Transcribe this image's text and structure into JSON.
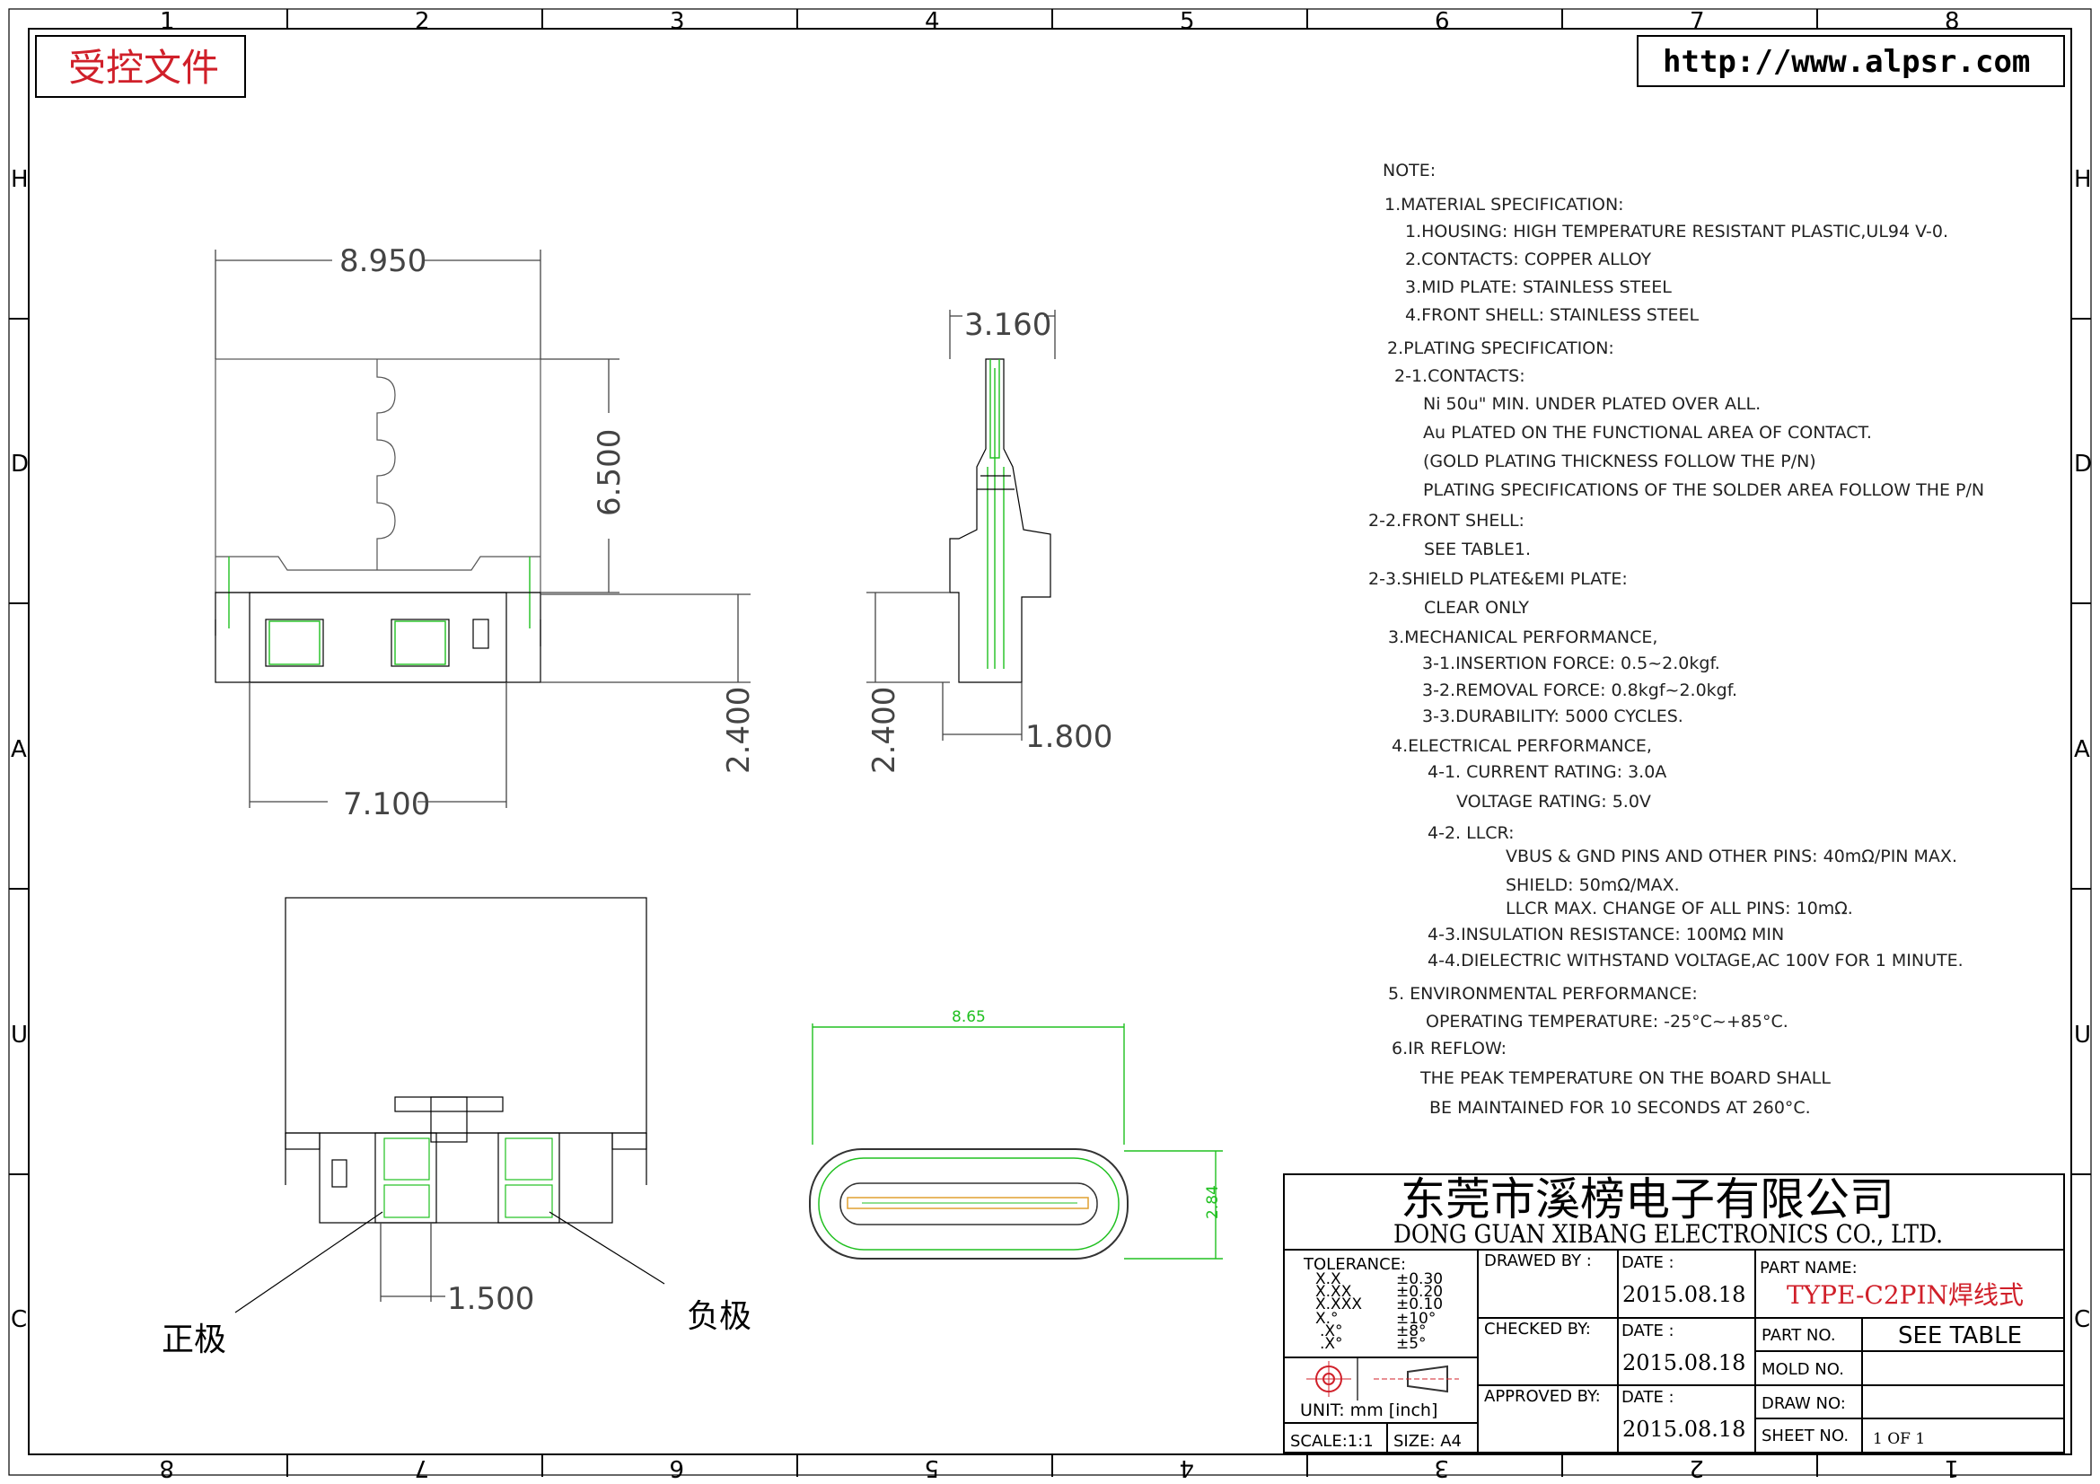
{
  "frame": {
    "zone_cols_top": [
      "1",
      "2",
      "3",
      "4",
      "5",
      "6",
      "7",
      "8"
    ],
    "zone_cols_bottom": [
      "8",
      "7",
      "6",
      "5",
      "4",
      "3",
      "2",
      "1"
    ],
    "zone_rows": [
      "H",
      "D",
      "A",
      "U",
      "C"
    ]
  },
  "stamp": {
    "text": "受控文件"
  },
  "website": {
    "url": "http://www.alpsr.com"
  },
  "dimensions": {
    "top_width": "8.950",
    "height_650": "6.500",
    "bottom_width": "7.100",
    "left_240": "2.400",
    "side_width": "3.160",
    "side_240": "2.400",
    "side_180": "1.800",
    "front_width": "8.65",
    "front_height": "2.84",
    "pin_pitch": "1.500"
  },
  "labels": {
    "positive": "正极",
    "negative": "负极"
  },
  "notes": [
    "NOTE:",
    "1.MATERIAL SPECIFICATION:",
    "1.HOUSING: HIGH TEMPERATURE RESISTANT PLASTIC,UL94 V-0.",
    "2.CONTACTS: COPPER ALLOY",
    "3.MID PLATE:  STAINLESS STEEL",
    "4.FRONT SHELL:  STAINLESS STEEL",
    "2.PLATING SPECIFICATION:",
    "2-1.CONTACTS:",
    "Ni 50u\" MIN. UNDER PLATED OVER ALL.",
    "Au PLATED ON THE FUNCTIONAL AREA OF CONTACT.",
    "(GOLD PLATING THICKNESS FOLLOW THE P/N)",
    "PLATING SPECIFICATIONS OF THE SOLDER AREA FOLLOW THE P/N",
    "2-2.FRONT SHELL:",
    "SEE TABLE1.",
    "2-3.SHIELD PLATE&EMI PLATE:",
    "CLEAR ONLY",
    "3.MECHANICAL PERFORMANCE,",
    "3-1.INSERTION FORCE:  0.5~2.0kgf.",
    "3-2.REMOVAL FORCE:  0.8kgf~2.0kgf.",
    "3-3.DURABILITY:  5000 CYCLES.",
    "4.ELECTRICAL PERFORMANCE,",
    "4-1. CURRENT RATING: 3.0A",
    "VOLTAGE RATING: 5.0V",
    "4-2. LLCR:",
    "VBUS & GND PINS AND OTHER PINS:  40mΩ/PIN MAX.",
    "SHIELD:  50mΩ/MAX.",
    "LLCR MAX. CHANGE OF ALL PINS:  10mΩ.",
    "4-3.INSULATION RESISTANCE:  100MΩ   MIN",
    "4-4.DIELECTRIC WITHSTAND VOLTAGE,AC 100V FOR 1 MINUTE.",
    "5. ENVIRONMENTAL PERFORMANCE:",
    "OPERATING TEMPERATURE:  -25°C~+85°C.",
    "6.IR REFLOW:",
    "THE PEAK TEMPERATURE ON THE BOARD SHALL",
    "BE MAINTAINED FOR 10 SECONDS AT 260°C."
  ],
  "title_block": {
    "company_cn": "东莞市溪榜电子有限公司",
    "company_en": "DONG GUAN XIBANG ELECTRONICS CO., LTD.",
    "tolerance_label": "TOLERANCE:",
    "tol_keys": [
      "X.X",
      "X.XX",
      "X.XXX",
      "X.°",
      ".X°",
      ".X°"
    ],
    "tol_vals": [
      "±0.30",
      "±0.20",
      "±0.10",
      "±10°",
      "±8°",
      "±5°"
    ],
    "unit": "UNIT:  mm  [inch]",
    "scale": "SCALE:1:1",
    "size": "SIZE:  A4",
    "drawed_by": "DRAWED  BY :",
    "checked_by": "CHECKED  BY:",
    "approved_by": "APPROVED  BY:",
    "date_label": "DATE  :",
    "date": "2015.08.18",
    "part_name_label": "PART  NAME:",
    "part_name": "TYPE-C2PIN焊线式",
    "part_no_label": "PART  NO.",
    "part_no": "SEE  TABLE",
    "mold_no_label": "MOLD  NO.",
    "draw_no_label": "DRAW  NO:",
    "sheet_no_label": "SHEET  NO.",
    "sheet": "1  OF  1"
  },
  "colors": {
    "stamp": "#d0202a",
    "part_name": "#d0202a",
    "detail": "#20c020"
  }
}
